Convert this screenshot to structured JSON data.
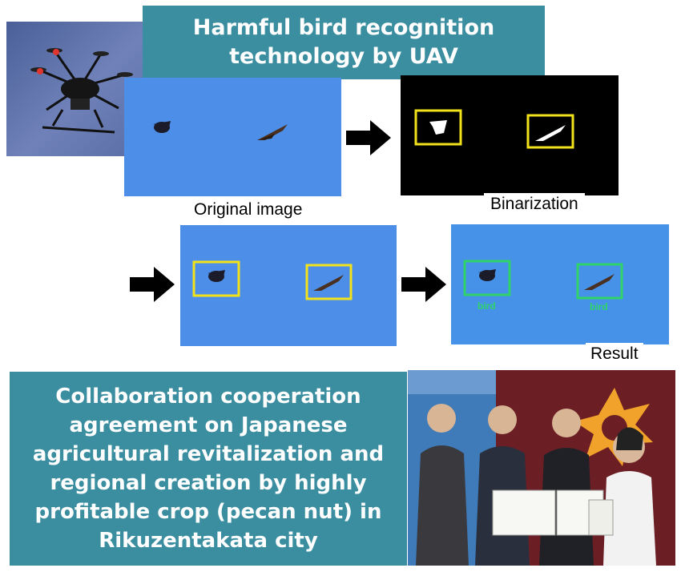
{
  "header": {
    "title": "Harmful bird recognition\ntechnology by UAV"
  },
  "panels": {
    "original_label": "Original image",
    "binarization_label": "Binarization",
    "result_label": "Result",
    "detection_tag": "bird"
  },
  "agreement": {
    "text": "Collaboration cooperation\nagreement on Japanese\nagricultural revitalization and\nregional creation by highly\nprofitable crop (pecan nut) in\nRikuzentakata city"
  },
  "colors": {
    "title_bg": "#3a8ea0",
    "sky": "#4d8fe8",
    "detect_yellow": "#f2e21a",
    "detect_green": "#2fd36a"
  },
  "icons": [
    "drone-photo",
    "arrow-right-icon",
    "bird-icon",
    "group-photo"
  ]
}
